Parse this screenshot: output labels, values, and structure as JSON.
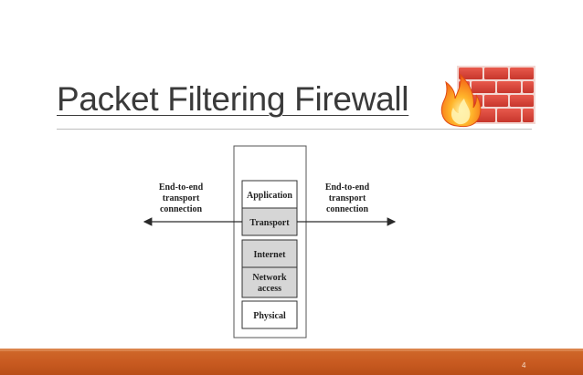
{
  "slide": {
    "title": "Packet Filtering Firewall",
    "page_number": "4"
  },
  "diagram": {
    "left_label": [
      "End-to-end",
      "transport",
      "connection"
    ],
    "right_label": [
      "End-to-end",
      "transport",
      "connection"
    ],
    "layers": [
      {
        "lines": [
          "Application"
        ],
        "shaded": false
      },
      {
        "lines": [
          "Transport"
        ],
        "shaded": true
      },
      {
        "lines": [
          "Internet"
        ],
        "shaded": true
      },
      {
        "lines": [
          "Network",
          "access"
        ],
        "shaded": true
      },
      {
        "lines": [
          "Physical"
        ],
        "shaded": false
      }
    ]
  },
  "colors": {
    "title": "#3a3a3a",
    "footer": "#c85a20",
    "shaded_layer": "#d6d6d6",
    "brick": "#d8463b",
    "flame": "#f57c1f"
  },
  "icons": {
    "firewall": "brick-wall-with-flame-icon"
  }
}
